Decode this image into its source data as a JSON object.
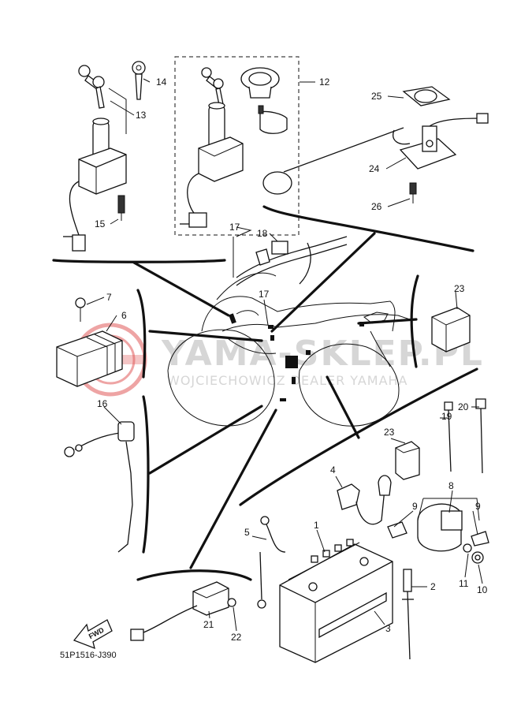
{
  "watermark": {
    "brand": "YAMA-SKLEP.PL",
    "tagline": "WOJCIECHOWICZ DEALER YAMAHA",
    "logo_color": "#e05a5a",
    "text_color": "#d6d6d6"
  },
  "diagram_code": "51P1516-J390",
  "fwd_label": "FWD",
  "callouts": {
    "c1": "1",
    "c2": "2",
    "c3": "3",
    "c4": "4",
    "c5": "5",
    "c6": "6",
    "c7": "7",
    "c8": "8",
    "c9a": "9",
    "c9b": "9",
    "c10": "10",
    "c11": "11",
    "c12": "12",
    "c13": "13",
    "c14": "14",
    "c15": "15",
    "c16": "16",
    "c17a": "17",
    "c17b": "17",
    "c18": "18",
    "c19": "19",
    "c20": "20",
    "c21": "21",
    "c22": "22",
    "c23a": "23",
    "c23b": "23",
    "c24": "24",
    "c25": "25",
    "c26": "26"
  }
}
